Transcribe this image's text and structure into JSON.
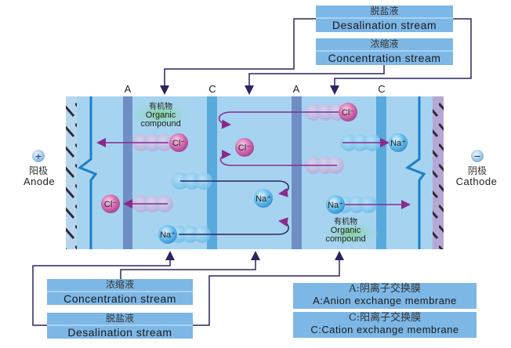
{
  "streams": {
    "top_desalination": {
      "zh": "脱盐液",
      "en": "Desalination stream"
    },
    "top_concentration": {
      "zh": "浓缩液",
      "en": "Concentration stream"
    },
    "bottom_concentration": {
      "zh": "浓缩液",
      "en": "Concentration stream"
    },
    "bottom_desalination": {
      "zh": "脱盐液",
      "en": "Desalination stream"
    }
  },
  "legend": {
    "anion": {
      "zh": "A:阴离子交换膜",
      "en": "A:Anion exchange membrane"
    },
    "cation": {
      "zh": "C:阳离子交换膜",
      "en": "C:Cation exchange membrane"
    }
  },
  "membranes": [
    "A",
    "C",
    "A",
    "C"
  ],
  "electrodes": {
    "anode": {
      "symbol": "+",
      "zh": "阳极",
      "en": "Anode"
    },
    "cathode": {
      "symbol": "−",
      "zh": "阴极",
      "en": "Cathode"
    }
  },
  "ions": {
    "chloride": "Cl⁻",
    "sodium": "Na⁺"
  },
  "organic": {
    "zh": "有机物",
    "en1": "Organic",
    "en2": "compound"
  },
  "colors": {
    "tank": "#a6d4f0",
    "anion_membrane": "#6f8fc4",
    "cation_membrane": "#58a9dc",
    "label_box": "#7db7e6",
    "arrow": "#8a2a8c",
    "flow_line": "#2a2560",
    "cl_ion": "#d46fb0",
    "na_ion": "#5fb8ea"
  }
}
